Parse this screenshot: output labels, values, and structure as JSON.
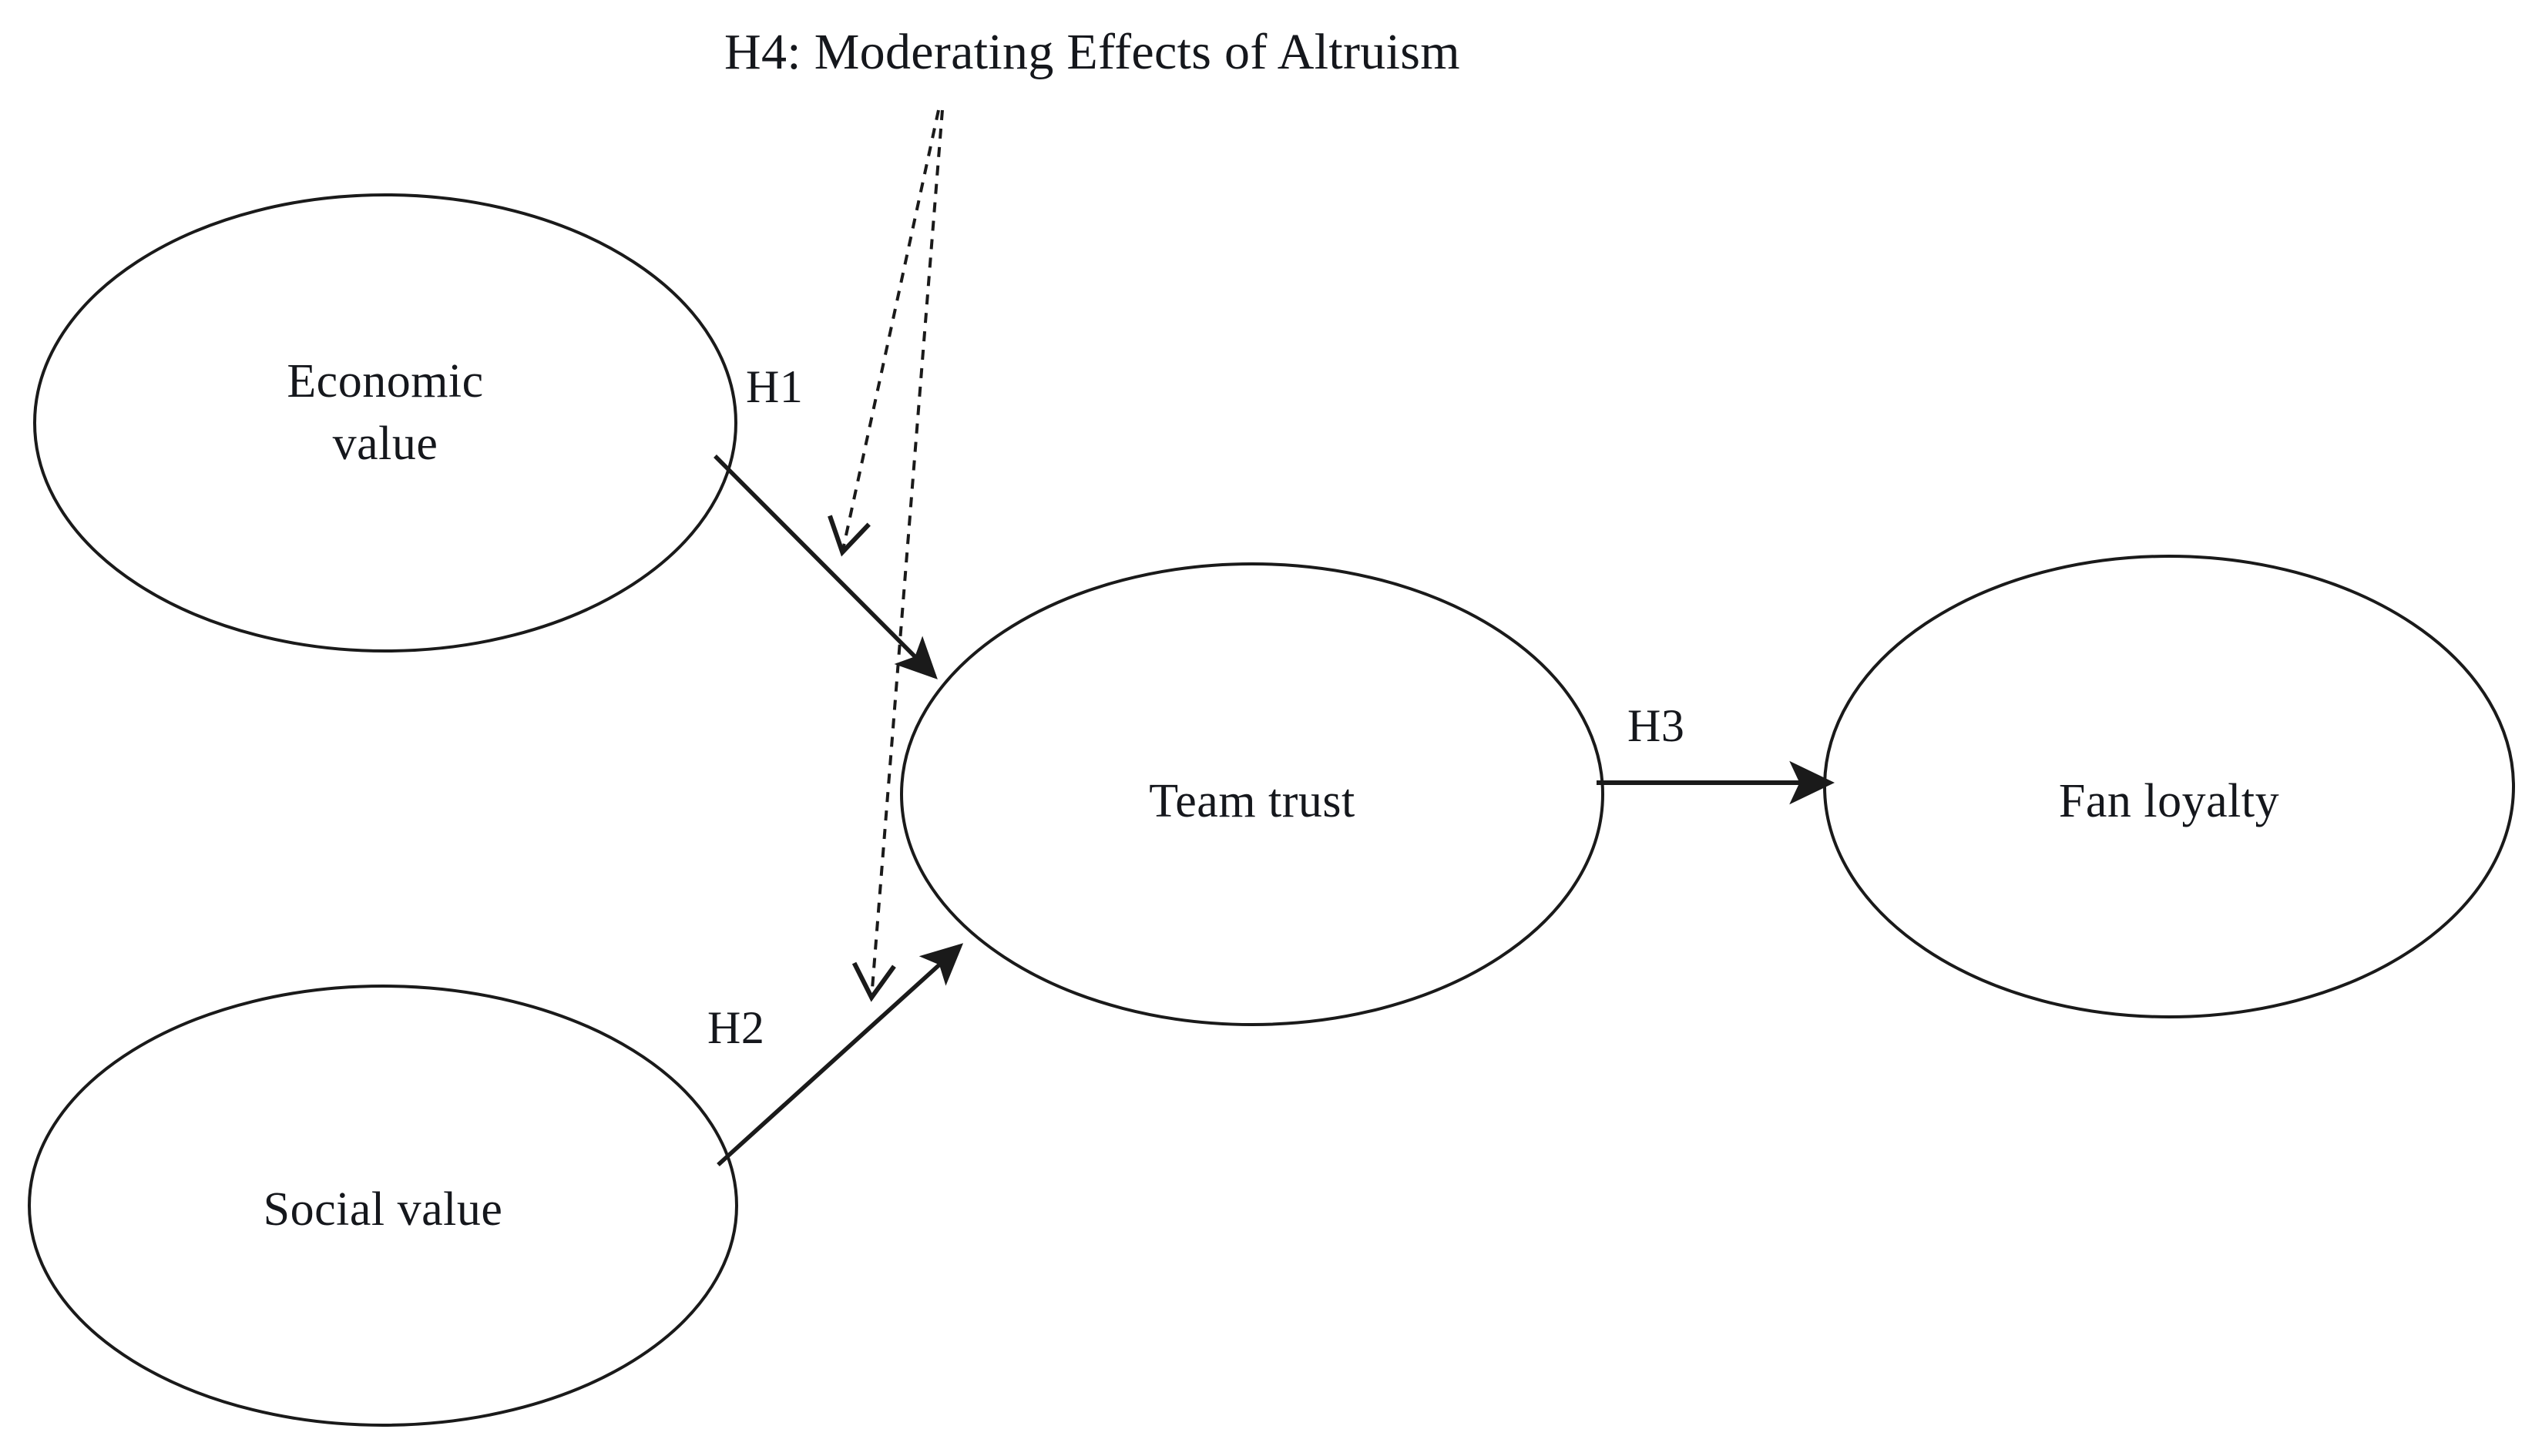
{
  "diagram": {
    "title": "H4: Moderating Effects of Altruism",
    "type": "conceptual-research-model",
    "background_color": "#ffffff",
    "stroke_color": "#1a1a1a",
    "text_color": "#15171c",
    "nodes": [
      {
        "id": "economic-value",
        "label": "Economic\nvalue",
        "shape": "ellipse"
      },
      {
        "id": "social-value",
        "label": "Social value",
        "shape": "ellipse"
      },
      {
        "id": "team-trust",
        "label": "Team trust",
        "shape": "ellipse"
      },
      {
        "id": "fan-loyalty",
        "label": "Fan loyalty",
        "shape": "ellipse"
      }
    ],
    "edges": [
      {
        "id": "h1",
        "label": "H1",
        "from": "economic-value",
        "to": "team-trust",
        "style": "solid"
      },
      {
        "id": "h2",
        "label": "H2",
        "from": "social-value",
        "to": "team-trust",
        "style": "solid"
      },
      {
        "id": "h3",
        "label": "H3",
        "from": "team-trust",
        "to": "fan-loyalty",
        "style": "solid"
      },
      {
        "id": "h4a",
        "label": "",
        "from": "altruism-title",
        "to": "h1",
        "style": "dashed"
      },
      {
        "id": "h4b",
        "label": "",
        "from": "altruism-title",
        "to": "h2",
        "style": "dashed"
      }
    ]
  }
}
